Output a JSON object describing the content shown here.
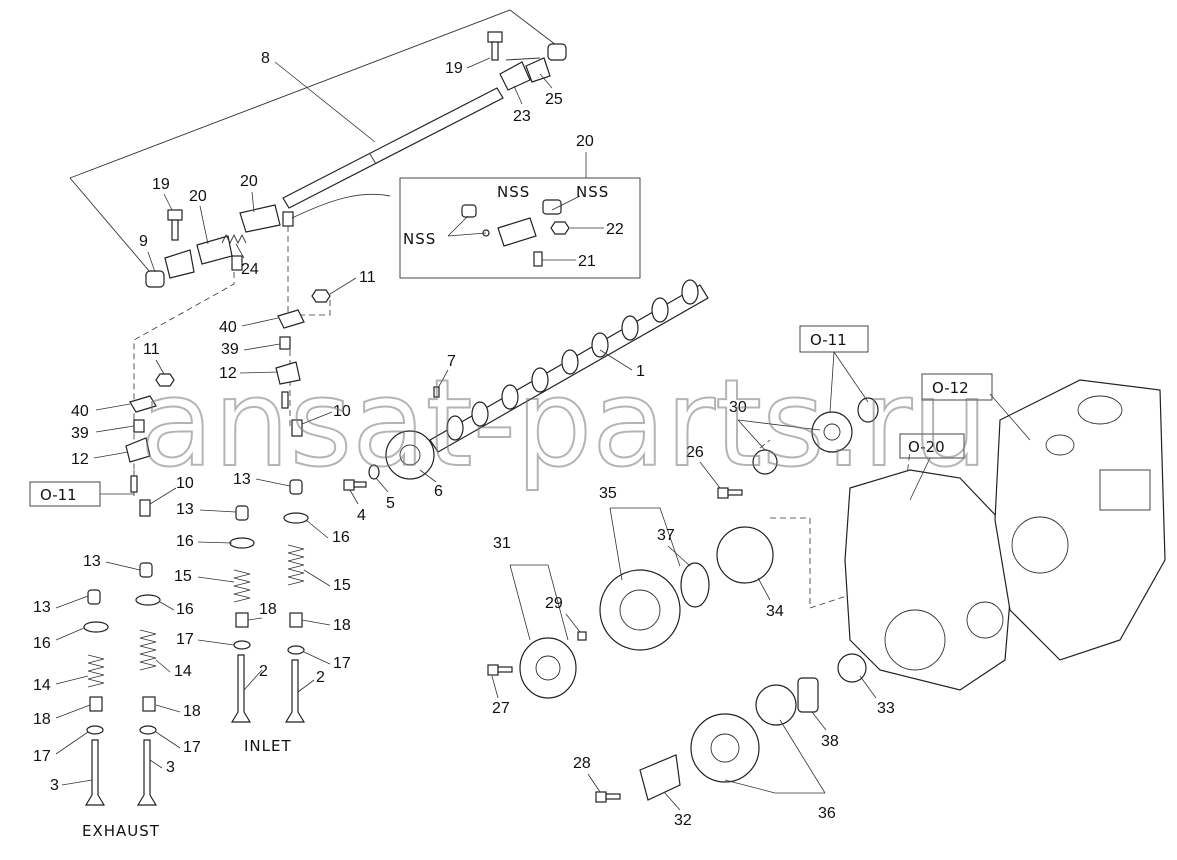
{
  "watermark": "ansat-parts.ru",
  "labels": {
    "exhaust": "EXHAUST",
    "inlet": "INLET",
    "nss": "NSS"
  },
  "refs": {
    "o11": "O-11",
    "o12": "O-12",
    "o20": "O-20"
  },
  "callouts": {
    "c1": "1",
    "c2": "2",
    "c3": "3",
    "c4": "4",
    "c5": "5",
    "c6": "6",
    "c7": "7",
    "c8": "8",
    "c9": "9",
    "c10": "10",
    "c11": "11",
    "c12": "12",
    "c13": "13",
    "c14": "14",
    "c15": "15",
    "c16": "16",
    "c17": "17",
    "c18": "18",
    "c19": "19",
    "c20": "20",
    "c21": "21",
    "c22": "22",
    "c23": "23",
    "c24": "24",
    "c25": "25",
    "c26": "26",
    "c27": "27",
    "c28": "28",
    "c29": "29",
    "c30": "30",
    "c31": "31",
    "c32": "32",
    "c33": "33",
    "c34": "34",
    "c35": "35",
    "c36": "36",
    "c37": "37",
    "c38": "38",
    "c39": "39",
    "c40": "40"
  }
}
